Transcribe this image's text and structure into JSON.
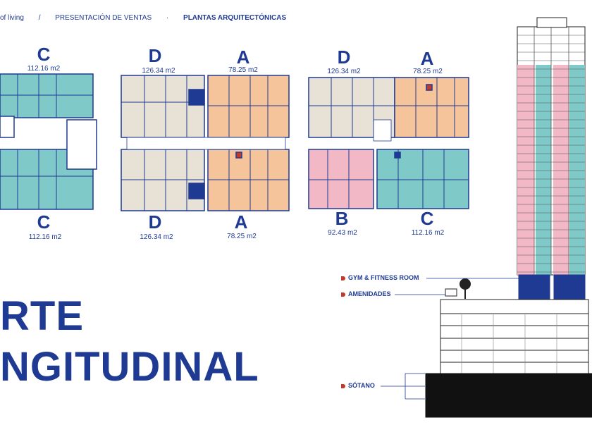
{
  "breadcrumb": {
    "items": [
      "of living",
      "PRESENTACIÓN DE VENTAS",
      "PLANTAS ARQUITECTÓNICAS"
    ],
    "separators": [
      "/",
      "·"
    ]
  },
  "plans": [
    {
      "unit": "C",
      "area": "112.16 m2"
    },
    {
      "unit": "C",
      "area": "112.16 m2"
    },
    {
      "unit": "D",
      "area": "126.34 m2"
    },
    {
      "unit": "A",
      "area": "78.25 m2"
    },
    {
      "unit": "D",
      "area": "126.34 m2"
    },
    {
      "unit": "A",
      "area": "78.25 m2"
    },
    {
      "unit": "D",
      "area": "126.34 m2"
    },
    {
      "unit": "A",
      "area": "78.25 m2"
    },
    {
      "unit": "B",
      "area": "92.43 m2"
    },
    {
      "unit": "C",
      "area": "112.16 m2"
    }
  ],
  "section_title": {
    "line1": "RTE",
    "line2": "NGITUDINAL"
  },
  "building_labels": {
    "gym": "GYM & FITNESS ROOM",
    "amenities": "AMENIDADES",
    "basement": "SÓTANO"
  },
  "colors": {
    "brand_blue": "#1f3a93",
    "unit_c_teal": "#7fc9c9",
    "unit_d_beige": "#e8e2d6",
    "unit_a_orange": "#f5c49a",
    "unit_b_pink": "#f2b8c6",
    "accent_red": "#c0392b"
  }
}
